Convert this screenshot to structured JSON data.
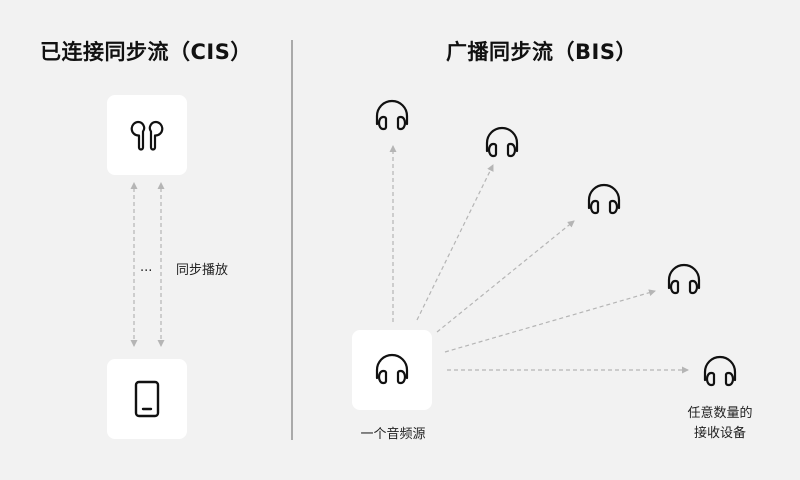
{
  "cis": {
    "title": "已连接同步流（CIS）",
    "ellipsis": "...",
    "sync_label": "同步播放",
    "top_icon": "earbuds-icon",
    "bottom_icon": "phone-icon"
  },
  "bis": {
    "title": "广播同步流（BIS）",
    "source_label": "一个音频源",
    "receiver_label_line1": "任意数量的",
    "receiver_label_line2": "接收设备",
    "icon": "headphones-icon"
  },
  "colors": {
    "background": "#f2f2f2",
    "card": "#ffffff",
    "divider": "#aaaaaa",
    "dashed_line": "#b5b5b5"
  }
}
